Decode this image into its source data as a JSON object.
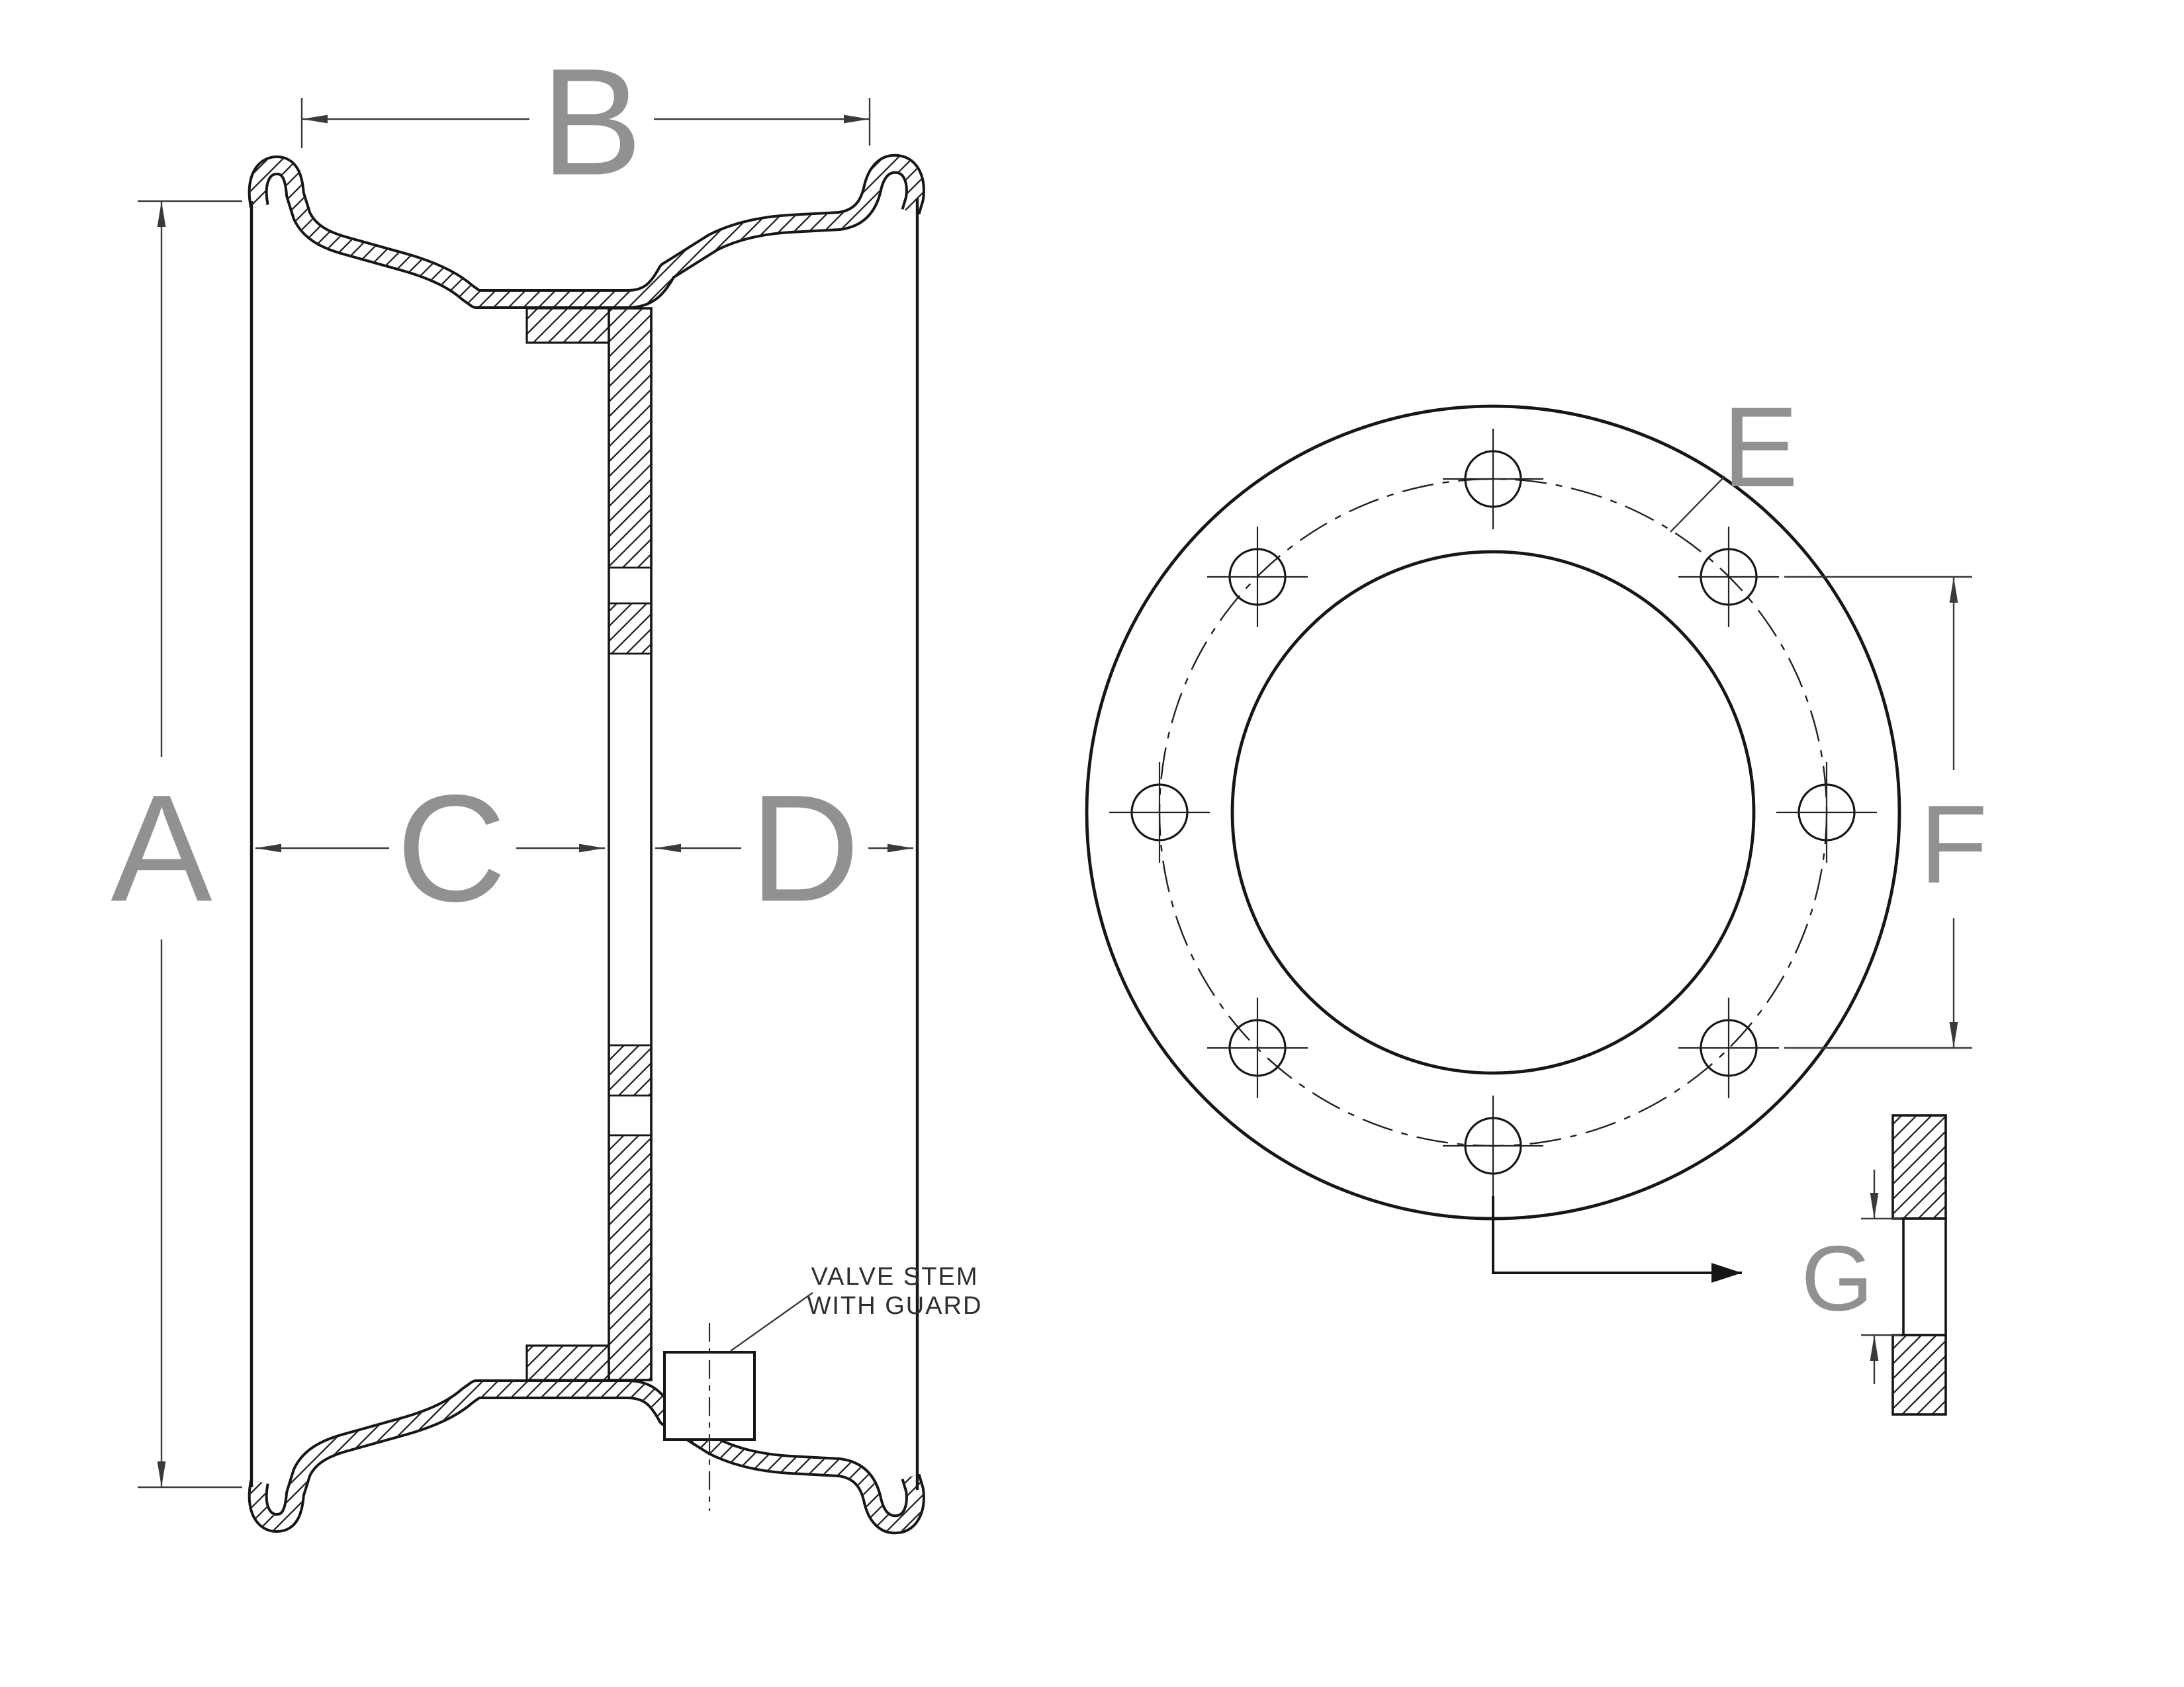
{
  "drawing": {
    "dimension_labels": {
      "a": "A",
      "b": "B",
      "c": "C",
      "d": "D",
      "e": "E",
      "f": "F",
      "g": "G"
    },
    "annotations": {
      "valve_stem_line1": "VALVE STEM",
      "valve_stem_line2": "WITH GUARD"
    },
    "colors": {
      "line": "#161616",
      "dimension_line": "#3a3a3a",
      "label_gray": "#8f9193",
      "background": "#ffffff"
    }
  }
}
